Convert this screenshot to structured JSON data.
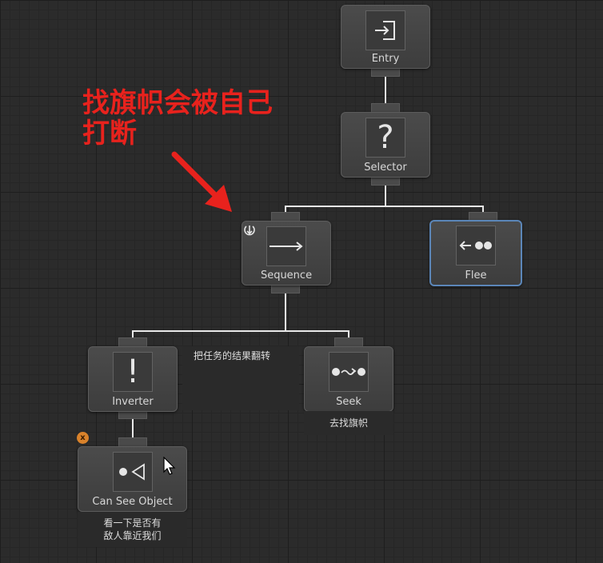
{
  "annotation": {
    "line1": "找旗帜会被自己",
    "line2": "打断"
  },
  "nodes": {
    "entry": {
      "label": "Entry",
      "icon": "entry-icon"
    },
    "selector": {
      "label": "Selector",
      "icon": "question-mark-icon",
      "glyph": "?"
    },
    "sequence": {
      "label": "Sequence",
      "icon": "arrow-right-icon"
    },
    "flee": {
      "label": "Flee",
      "icon": "flee-icon"
    },
    "inverter": {
      "label": "Inverter",
      "icon": "exclamation-icon",
      "glyph": "!"
    },
    "seek": {
      "label": "Seek",
      "icon": "seek-icon"
    },
    "can_see_object": {
      "label": "Can See Object",
      "icon": "eye-cone-icon"
    }
  },
  "comments": {
    "inverter": "把任务的结果翻转",
    "seek": "去找旗帜",
    "can_see_object_line1": "看一下是否有",
    "can_see_object_line2": "敌人靠近我们"
  },
  "badge": {
    "text": "x"
  },
  "colors": {
    "annotation": "#e8221d",
    "selected_border": "#5b86b8",
    "badge": "#d9822b",
    "background": "#2b2b2b"
  }
}
